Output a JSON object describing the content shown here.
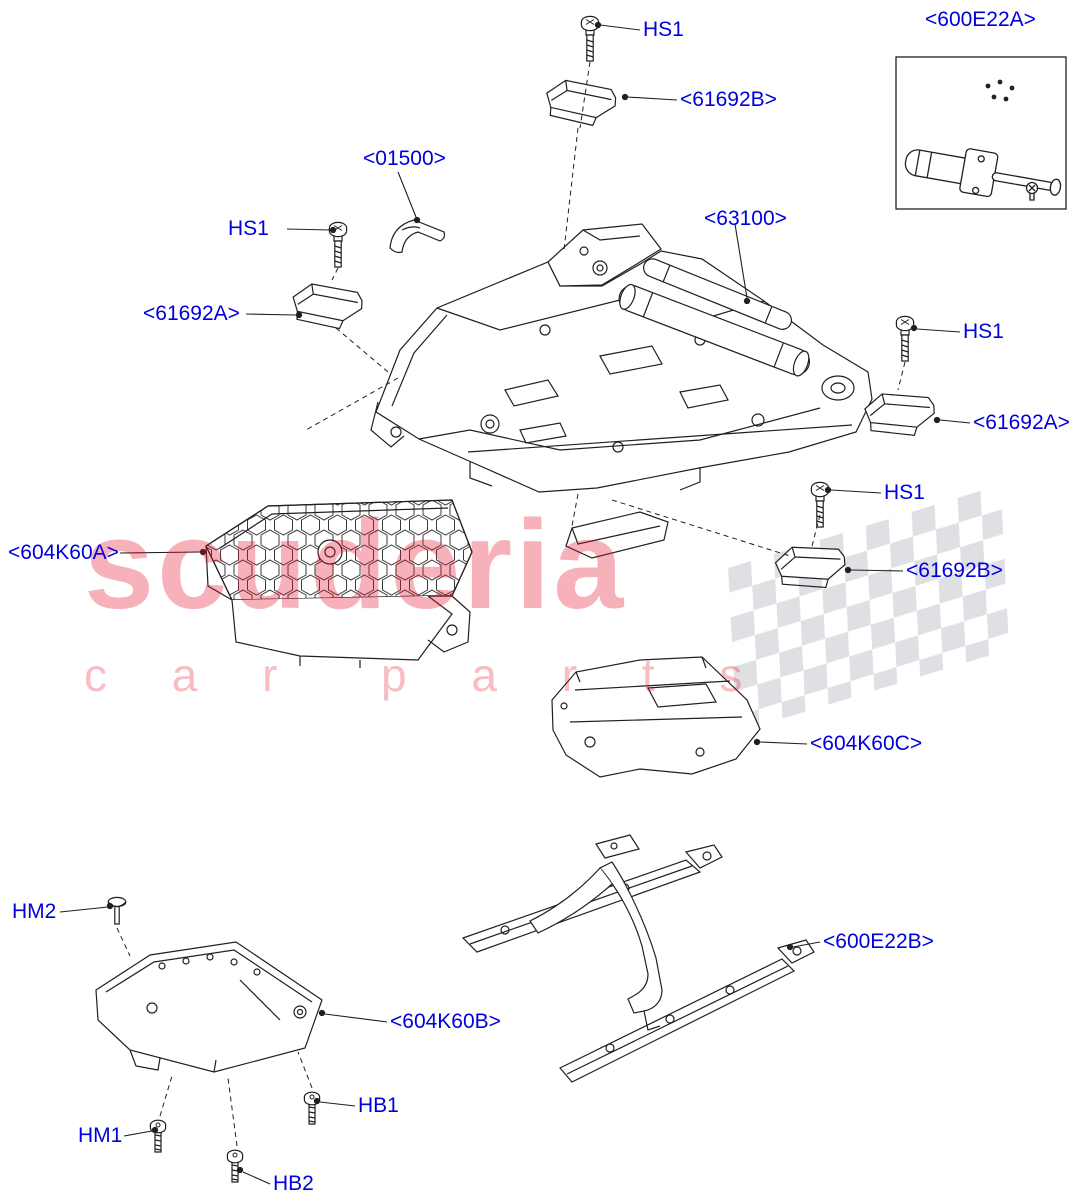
{
  "diagram": {
    "description": "Exploded parts diagram of a vehicle seat base frame and tracks"
  },
  "labels": {
    "p600E22A": "<600E22A>",
    "hs1": "HS1",
    "p61692B": "<61692B>",
    "p01500": "<01500>",
    "p63100": "<63100>",
    "p61692A": "<61692A>",
    "p604K60A": "<604K60A>",
    "p604K60C": "<604K60C>",
    "hm2": "HM2",
    "p600E22B": "<600E22B>",
    "p604K60B": "<604K60B>",
    "hm1": "HM1",
    "hb1": "HB1",
    "hb2": "HB2"
  },
  "watermark": {
    "line1": "scuderia",
    "line2": "c a r  p a r t s",
    "color": "#e8112d"
  },
  "colors": {
    "label_blue": "#0000dd",
    "line": "#231f20",
    "checker_gray": "#aab0ba"
  }
}
